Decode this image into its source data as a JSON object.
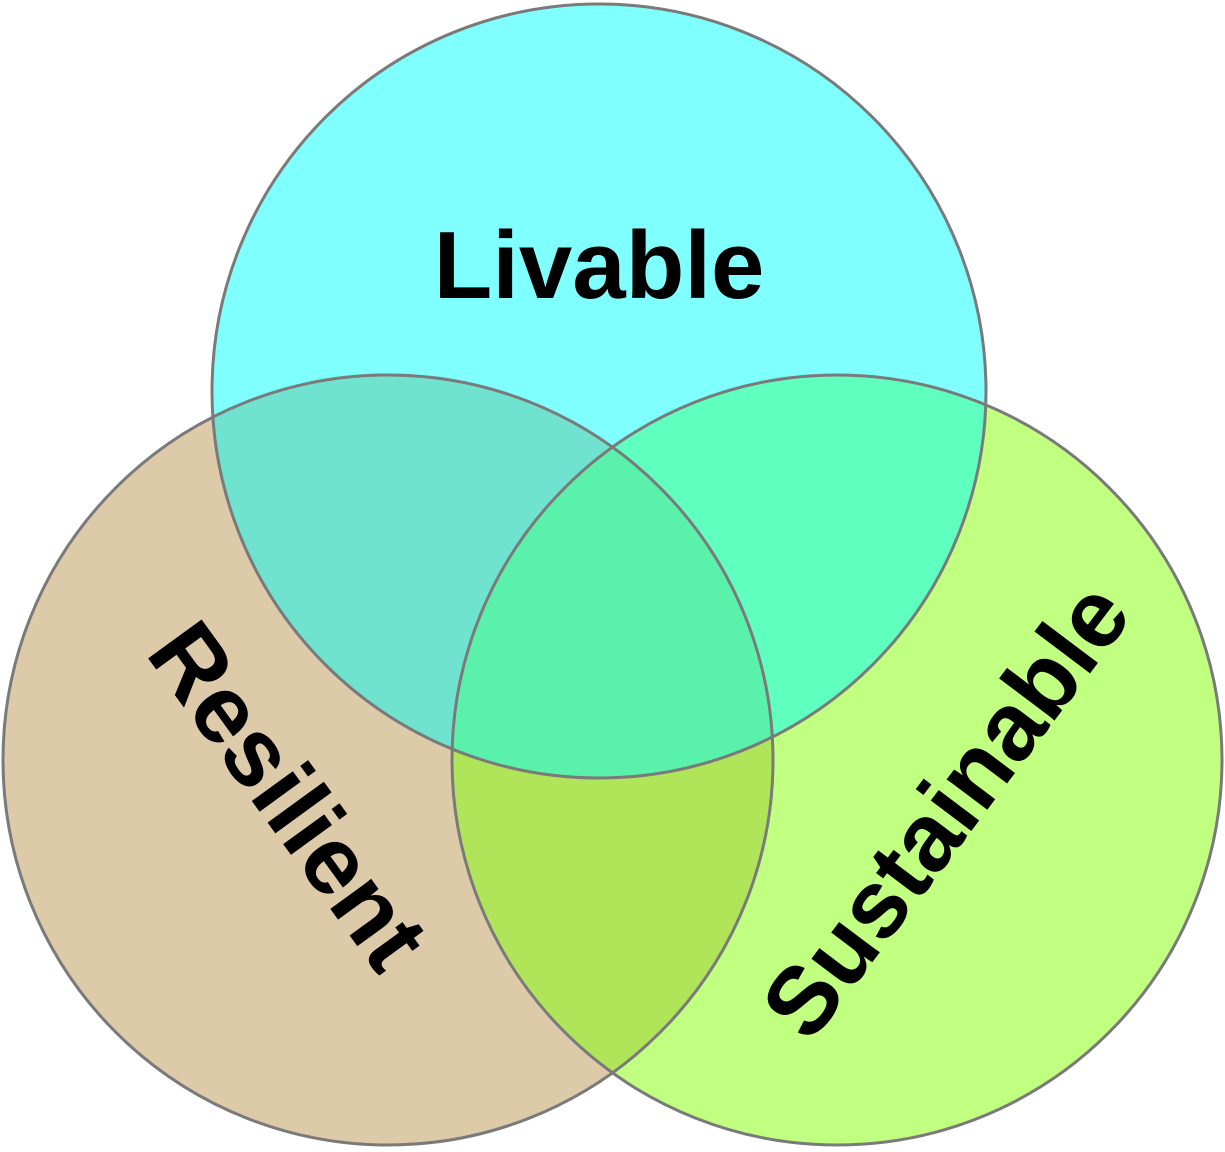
{
  "diagram": {
    "type": "venn",
    "sets": [
      {
        "id": "livable",
        "label": "Livable",
        "color": "#80ffff"
      },
      {
        "id": "resilient",
        "label": "Resilient",
        "color": "#dccaa9"
      },
      {
        "id": "sustainable",
        "label": "Sustainable",
        "color": "#c0ff80"
      }
    ],
    "overlap_colors": {
      "livable_resilient": "#70e3d0",
      "livable_sustainable": "#5fffc0",
      "resilient_sustainable": "#b0e55a",
      "all": "#5af2aa"
    },
    "outline_color": "#7a7a7a"
  }
}
